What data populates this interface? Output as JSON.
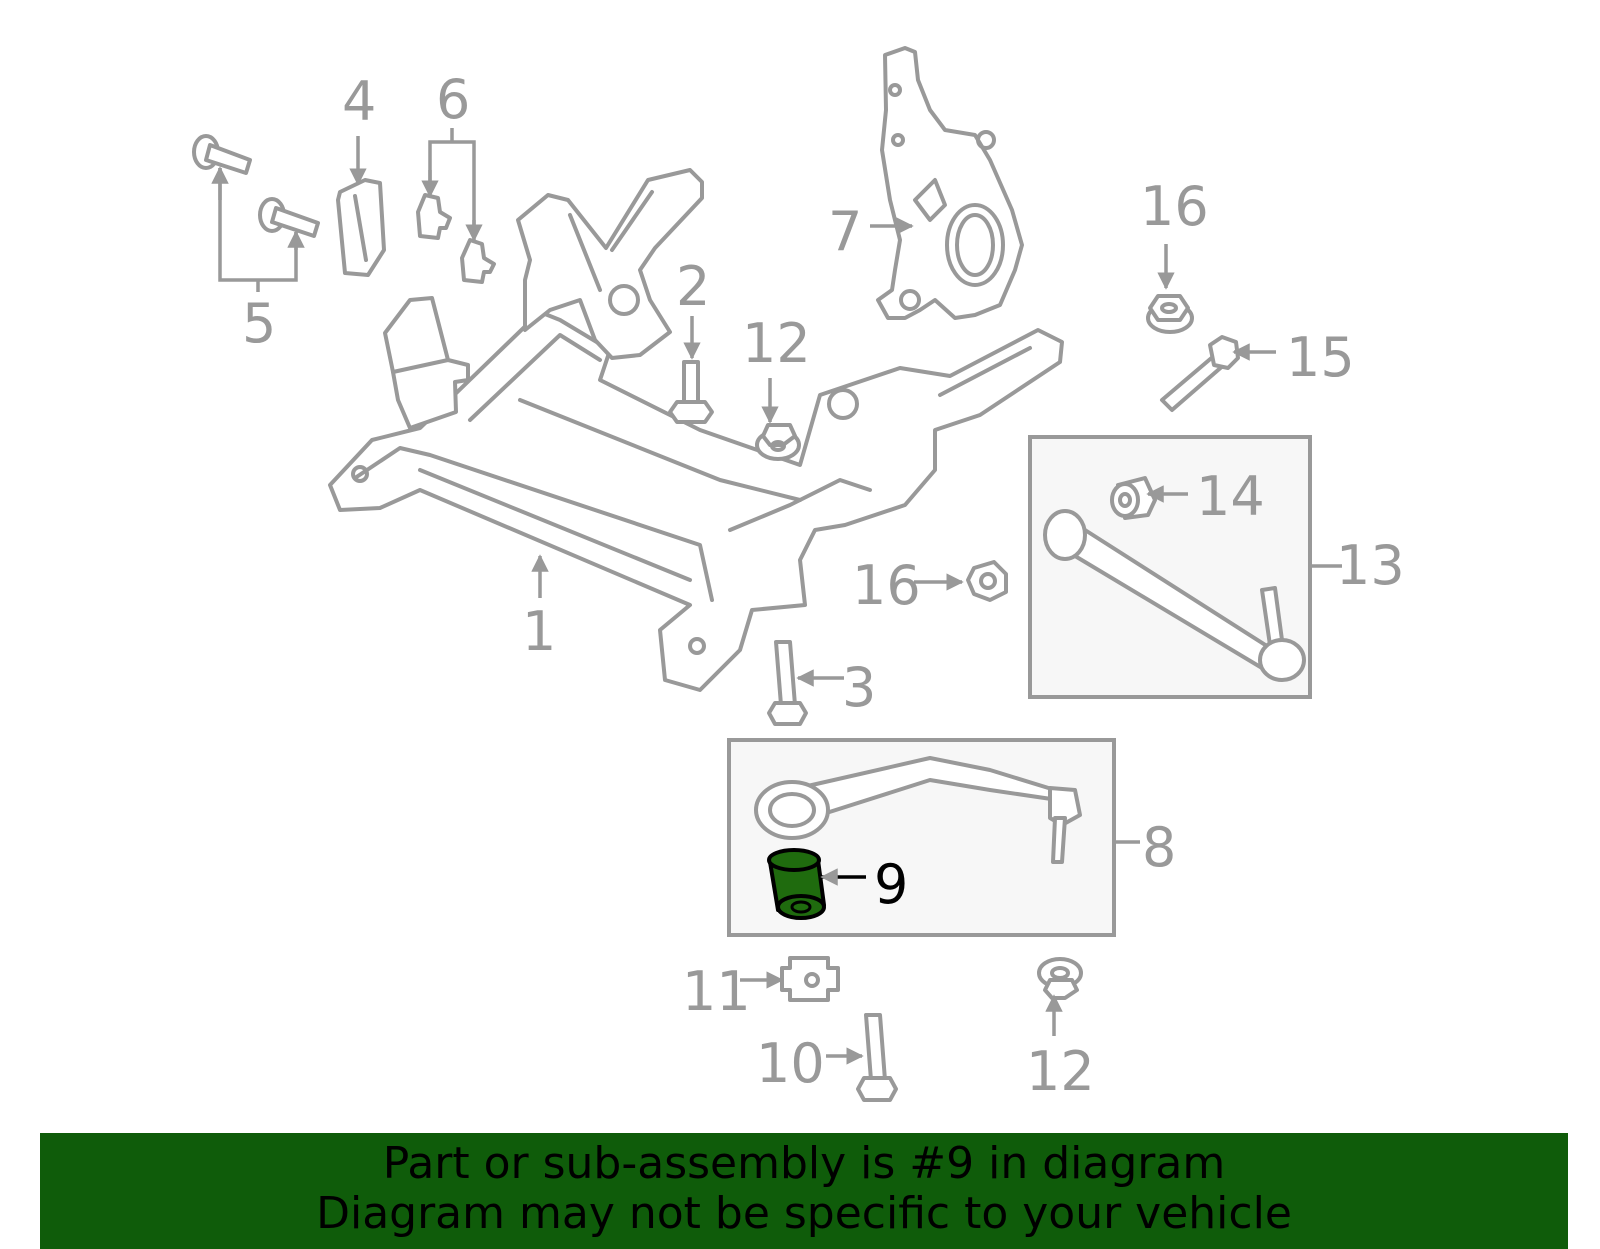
{
  "highlight_color": "#1f6b0e",
  "footer_color": "#0f5c0a",
  "highlighted_part": "9",
  "callouts": {
    "c1": "1",
    "c2": "2",
    "c3": "3",
    "c4": "4",
    "c5": "5",
    "c6": "6",
    "c7": "7",
    "c8": "8",
    "c9": "9",
    "c10": "10",
    "c11": "11",
    "c12a": "12",
    "c12b": "12",
    "c13": "13",
    "c14": "14",
    "c15": "15",
    "c16a": "16",
    "c16b": "16"
  },
  "footer": {
    "line1": "Part or sub-assembly is #9 in diagram",
    "line2": "Diagram may not be specific to your vehicle"
  }
}
